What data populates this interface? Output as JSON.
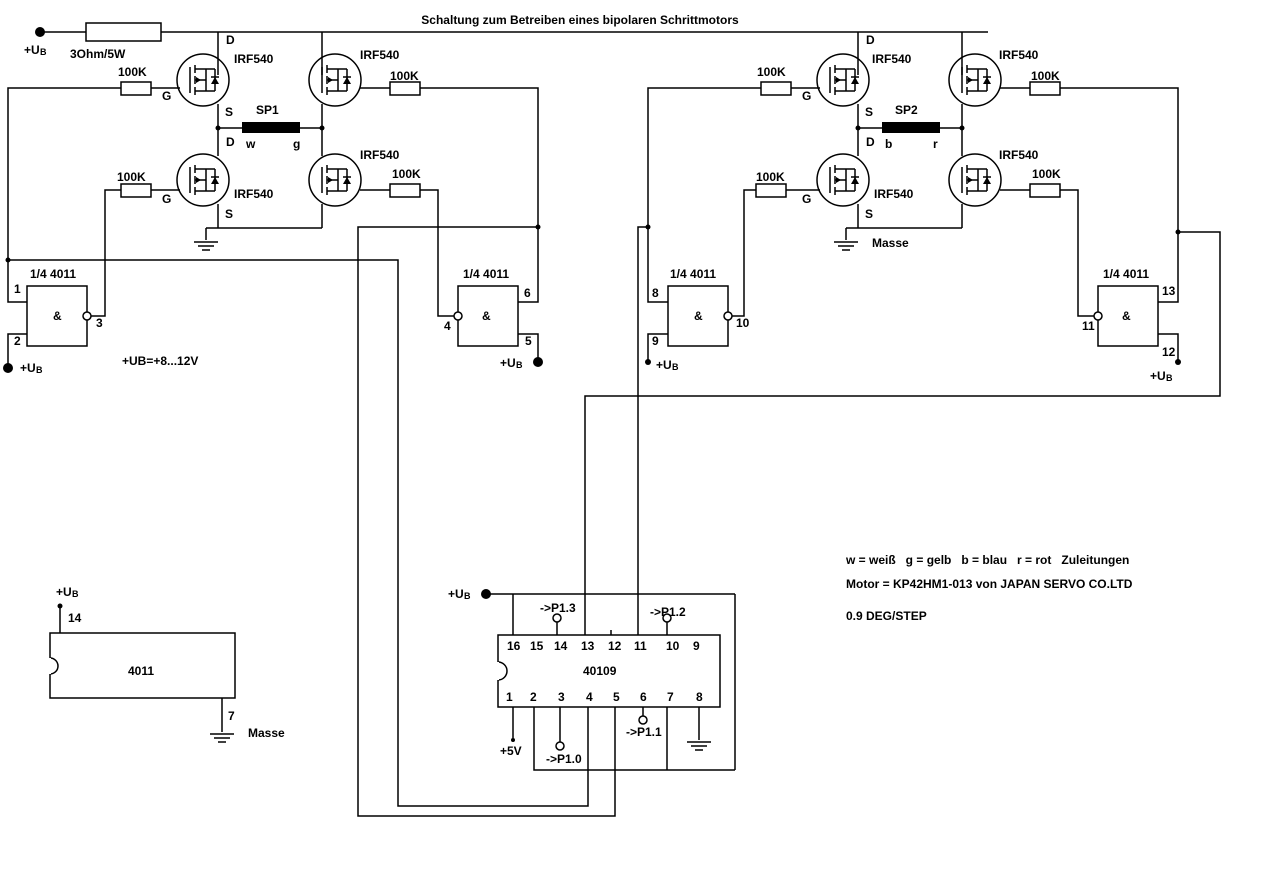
{
  "title": "Schaltung zum Betreiben eines bipolaren Schrittmotors",
  "supply": {
    "label": "+U",
    "sub": "B",
    "formula": "+UB=+8...12V",
    "resistor": "3Ohm/5W"
  },
  "mosfet_type": "IRF540",
  "gate_resistor": "100K",
  "pins": {
    "drain": "D",
    "source": "S",
    "gate": "G"
  },
  "coil1": {
    "name": "SP1",
    "left": "w",
    "right": "g"
  },
  "coil2": {
    "name": "SP2",
    "left": "b",
    "right": "r"
  },
  "gate_label": "1/4 4011",
  "and_symbol": "&",
  "gate_pins": {
    "g1": {
      "in_a": "1",
      "in_b": "2",
      "out": "3"
    },
    "g2": {
      "in_a": "4",
      "in_b": "5",
      "out": "6"
    },
    "g3": {
      "in_a": "8",
      "in_b": "9",
      "out": "10"
    },
    "g4": {
      "in_a": "11",
      "in_b": "12",
      "out": "13"
    }
  },
  "ground_label": "Masse",
  "ic_4011": {
    "name": "4011",
    "vcc_pin": "14",
    "gnd_pin": "7"
  },
  "ic_40109": {
    "name": "40109",
    "top_pins": [
      "16",
      "15",
      "14",
      "13",
      "12",
      "11",
      "10",
      "9"
    ],
    "bottom_pins": [
      "1",
      "2",
      "3",
      "4",
      "5",
      "6",
      "7",
      "8"
    ],
    "p13": "->P1.3",
    "p12": "->P1.2",
    "p10": "->P1.0",
    "p11": "->P1.1",
    "v5": "+5V"
  },
  "notes": {
    "legend": "w = weiß   g = gelb   b = blau   r = rot   Zuleitungen",
    "motor": "Motor = KP42HM1-013 von JAPAN SERVO CO.LTD",
    "step": "0.9 DEG/STEP"
  }
}
